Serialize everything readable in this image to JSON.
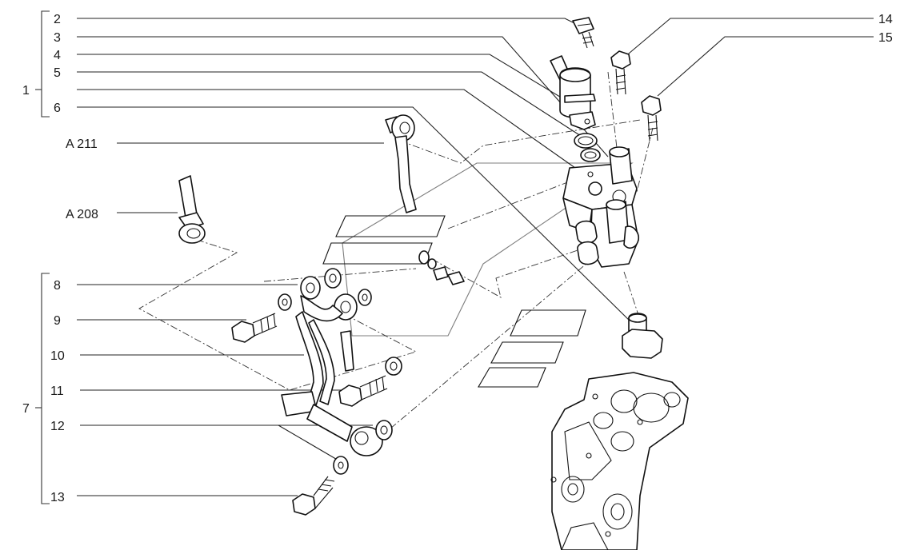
{
  "diagram": {
    "group_labels": {
      "group_1": "1",
      "group_7": "7"
    },
    "callouts": [
      {
        "id": "c2",
        "text": "2"
      },
      {
        "id": "c3",
        "text": "3"
      },
      {
        "id": "c4",
        "text": "4"
      },
      {
        "id": "c5",
        "text": "5"
      },
      {
        "id": "c6",
        "text": "6"
      },
      {
        "id": "c14",
        "text": "14"
      },
      {
        "id": "c15",
        "text": "15"
      },
      {
        "id": "cA211",
        "text": "A 211"
      },
      {
        "id": "cA208",
        "text": "A 208"
      },
      {
        "id": "c8",
        "text": "8"
      },
      {
        "id": "c9",
        "text": "9"
      },
      {
        "id": "c10",
        "text": "10"
      },
      {
        "id": "c11",
        "text": "11"
      },
      {
        "id": "c12",
        "text": "12"
      },
      {
        "id": "c13",
        "text": "13"
      }
    ]
  }
}
